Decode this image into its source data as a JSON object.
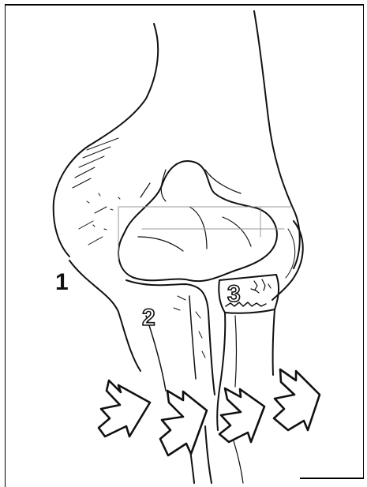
{
  "figure": {
    "labels": [
      {
        "id": "1",
        "text": "1"
      },
      {
        "id": "2",
        "text": "2"
      },
      {
        "id": "3",
        "text": "3"
      }
    ],
    "arrow_count": 4,
    "colors": {
      "ink": "#111111",
      "background": "#ffffff",
      "border": "#000000"
    }
  }
}
